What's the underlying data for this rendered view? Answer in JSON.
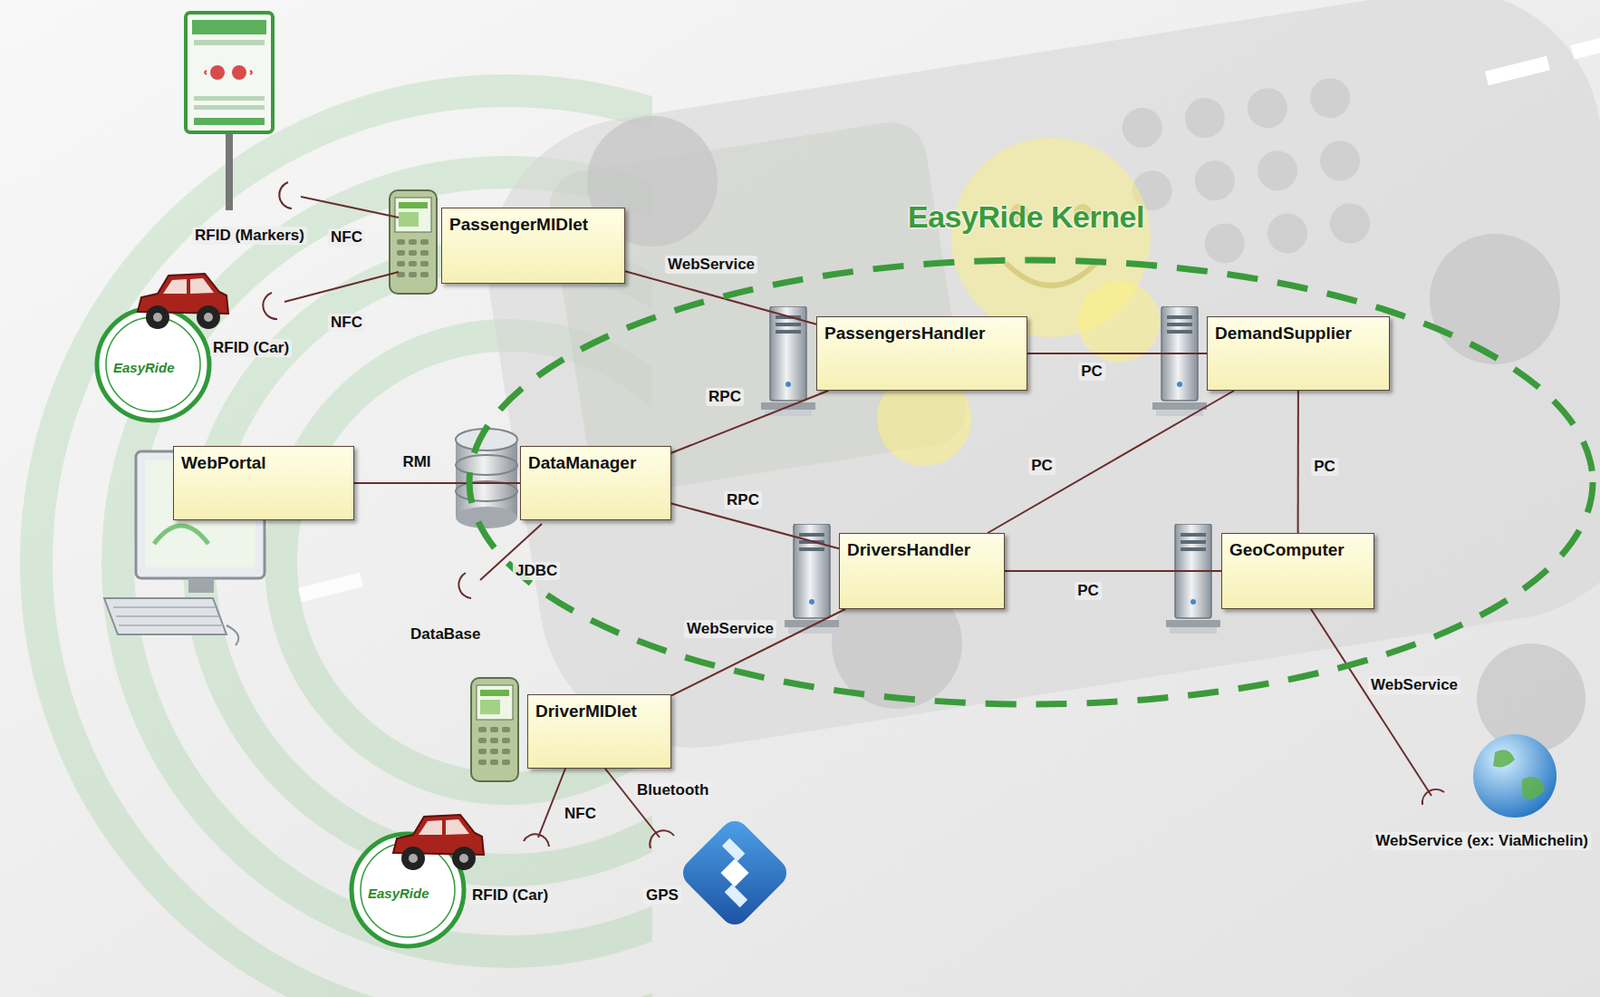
{
  "diagram": {
    "nodes": [
      {
        "text": [
          "PassengerMIDlet"
        ]
      },
      {
        "text": [
          "EasyRide Kernel"
        ]
      },
      {
        "text": [
          "PassengersHandler"
        ],
        "in": 1
      },
      {
        "text": [
          "DemandSupplier"
        ],
        "in": 1
      },
      {
        "text": [
          "WebPortal"
        ]
      },
      {
        "text": [
          "DataManager"
        ],
        "in": 1
      },
      {
        "text": [
          "DriversHandler"
        ],
        "in": 1
      },
      {
        "text": [
          "GeoComputer"
        ],
        "in": 1
      },
      {
        "text": [
          "DriverMIDlet"
        ]
      }
    ],
    "edges": [
      {
        "from": 0,
        "to": 2,
        "arrow": "none",
        "label": "WebService"
      },
      {
        "from": 2,
        "to": 3,
        "arrow": "none",
        "label": "PC"
      },
      {
        "from": 5,
        "to": 2,
        "arrow": "none",
        "label": "RPC"
      },
      {
        "from": 4,
        "to": 5,
        "arrow": "none",
        "label": "RMI"
      },
      {
        "from": 5,
        "to": 6,
        "arrow": "none",
        "label": "RPC"
      },
      {
        "from": 6,
        "to": 3,
        "arrow": "none",
        "label": "PC"
      },
      {
        "from": 3,
        "to": 7,
        "arrow": "none",
        "label": "PC"
      },
      {
        "from": 6,
        "to": 7,
        "arrow": "none",
        "label": "PC"
      },
      {
        "from": 8,
        "to": 6,
        "arrow": "none",
        "label": "WebService"
      }
    ],
    "labels": [
      "RFID (Markers)",
      "NFC",
      "NFC",
      "RFID (Car)",
      "JDBC",
      "DataBase",
      "NFC",
      "Bluetooth",
      "RFID (Car)",
      "GPS",
      "WebService",
      "WebService (ex: ViaMichelin)",
      "EasyRide",
      "EasyRide"
    ]
  }
}
